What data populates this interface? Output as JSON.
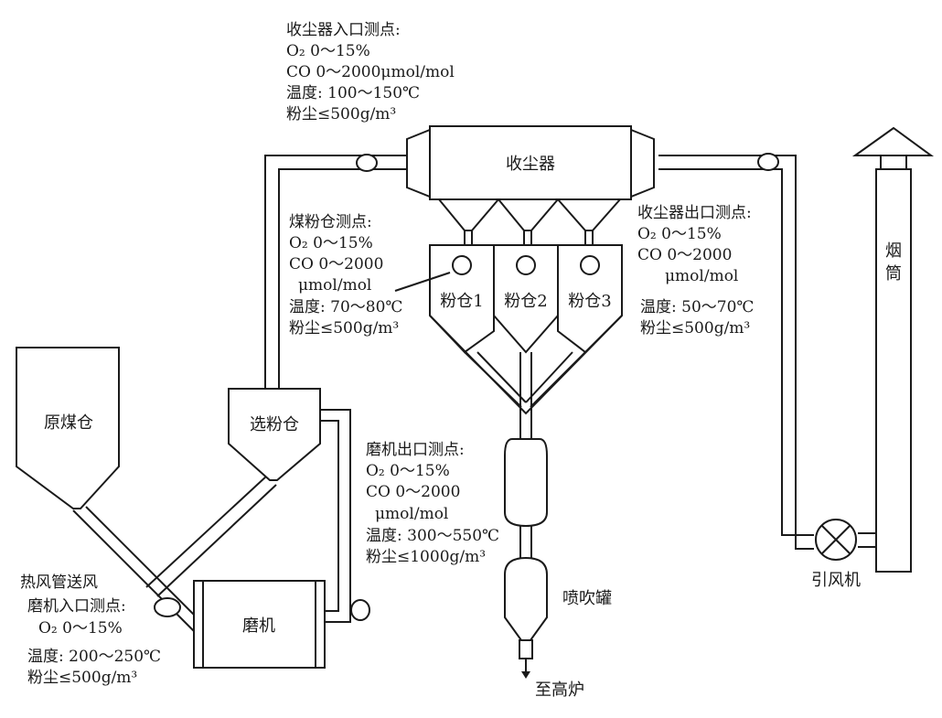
{
  "equipment": {
    "raw_coal_bin": "原煤仓",
    "powder_selector": "选粉仓",
    "mill": "磨机",
    "dust_collector": "收尘器",
    "bin1": "粉仓1",
    "bin2": "粉仓2",
    "bin3": "粉仓3",
    "injection_tank": "喷吹罐",
    "to_blast_furnace": "至高炉",
    "induced_fan": "引风机",
    "chimney": "烟筒",
    "hot_air_supply": "热风管送风"
  },
  "measurement_points": {
    "collector_inlet": {
      "title": "收尘器入口测点:",
      "lines": [
        "O₂  0～15%",
        "CO 0～2000μmol/mol",
        "温度: 100～150℃",
        "粉尘≤500g/m³"
      ]
    },
    "coal_bin": {
      "title": "煤粉仓测点:",
      "lines": [
        "O₂  0～15%",
        "CO 0～2000",
        "μmol/mol",
        "温度: 70～80℃",
        "粉尘≤500g/m³"
      ]
    },
    "collector_outlet": {
      "title": "收尘器出口测点:",
      "lines": [
        "O₂  0～15%",
        "CO 0～2000",
        "μmol/mol",
        "温度: 50～70℃",
        "粉尘≤500g/m³"
      ]
    },
    "mill_outlet": {
      "title": "磨机出口测点:",
      "lines": [
        "O₂  0～15%",
        "CO 0～2000",
        "μmol/mol",
        "温度: 300～550℃",
        "粉尘≤1000g/m³"
      ]
    },
    "mill_inlet": {
      "title": "磨机入口测点:",
      "lines": [
        "O₂ 0～15%",
        "温度: 200～250℃",
        "粉尘≤500g/m³"
      ]
    }
  }
}
